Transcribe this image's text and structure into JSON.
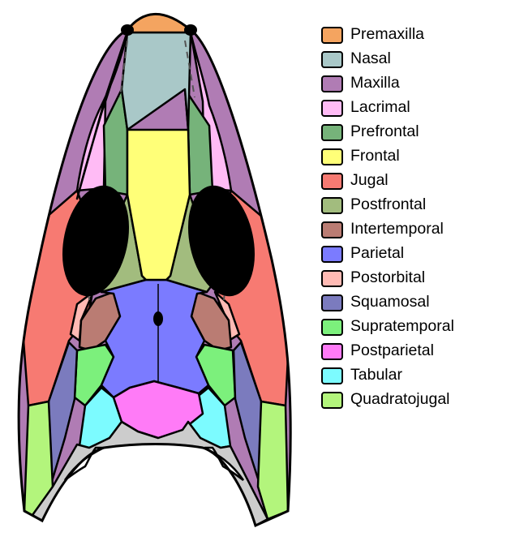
{
  "bones": [
    {
      "id": "premaxilla",
      "label": "Premaxilla",
      "color": "#F4A460"
    },
    {
      "id": "nasal",
      "label": "Nasal",
      "color": "#A9C8C8"
    },
    {
      "id": "maxilla",
      "label": "Maxilla",
      "color": "#B07CB4"
    },
    {
      "id": "lacrimal",
      "label": "Lacrimal",
      "color": "#FFBBF5"
    },
    {
      "id": "prefrontal",
      "label": "Prefrontal",
      "color": "#76B37A"
    },
    {
      "id": "frontal",
      "label": "Frontal",
      "color": "#FFFF78"
    },
    {
      "id": "jugal",
      "label": "Jugal",
      "color": "#F77A72"
    },
    {
      "id": "postfrontal",
      "label": "Postfrontal",
      "color": "#A2BC7E"
    },
    {
      "id": "intertemporal",
      "label": "Intertemporal",
      "color": "#BA7C73"
    },
    {
      "id": "parietal",
      "label": "Parietal",
      "color": "#7B7BFF"
    },
    {
      "id": "postorbital",
      "label": "Postorbital",
      "color": "#FFBAB4"
    },
    {
      "id": "squamosal",
      "label": "Squamosal",
      "color": "#7B7BBE"
    },
    {
      "id": "supratemporal",
      "label": "Supratemporal",
      "color": "#7CF07C"
    },
    {
      "id": "postparietal",
      "label": "Postparietal",
      "color": "#FF7BF7"
    },
    {
      "id": "tabular",
      "label": "Tabular",
      "color": "#7CFBFF"
    },
    {
      "id": "quadratojugal",
      "label": "Quadratojugal",
      "color": "#B3F57C"
    }
  ],
  "unlabeled_colors": {
    "occiput": "#CCCCCC",
    "orbit": "#000000",
    "outline": "#000000"
  }
}
